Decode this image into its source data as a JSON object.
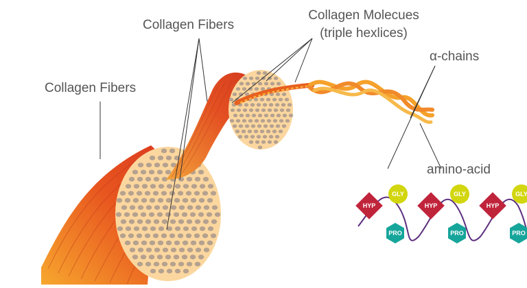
{
  "labels": {
    "fibers_top": "Collagen Fibers",
    "fibers_left": "Collagen Fibers",
    "molecules_line1": "Collagen Molecues",
    "molecules_line2": "(triple hexlices)",
    "alpha_chains": "α-chains",
    "amino_acid": "amino-acid"
  },
  "amino_chain": {
    "units": [
      {
        "hyp": "HYP",
        "gly": "GLY",
        "pro": "PRO"
      },
      {
        "hyp": "HYP",
        "gly": "GLY",
        "pro": "PRO"
      },
      {
        "hyp": "HYP",
        "gly": "GLY",
        "pro": "PRO"
      }
    ]
  },
  "colors": {
    "fiber_dark": "#d9361f",
    "fiber_light": "#f7a72e",
    "cross_section": "#fbd79f",
    "dot": "#b5a18f",
    "hyp": "#c0243b",
    "gly": "#d2d60e",
    "pro": "#16a59b",
    "backbone": "#5b2e7e",
    "text": "#555555"
  }
}
